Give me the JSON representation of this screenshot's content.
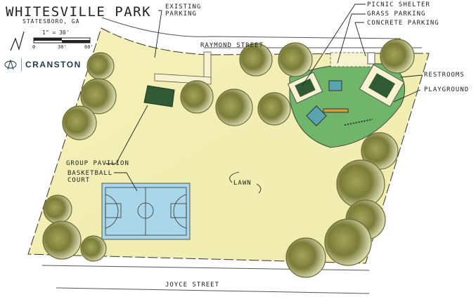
{
  "header": {
    "title": "WHITESVILLE PARK",
    "subtitle": "STATESBORO, GA",
    "scale_label": "1\" = 30'",
    "scale_ticks": [
      "0",
      "30'",
      "60'"
    ],
    "brand": "CRANSTON"
  },
  "streets": {
    "north": "RAYMOND STREET",
    "south": "JOYCE STREET"
  },
  "labels": {
    "existing_parking": "EXISTING PARKING",
    "picnic_shelter": "PICNIC SHELTER",
    "grass_parking": "GRASS PARKING",
    "concrete_parking": "CONCRETE PARKING",
    "restrooms": "RESTROOMS",
    "playground": "PLAYGROUND",
    "group_pavilion": "GROUP PAVILION",
    "basketball_court": "BASKETBALL COURT",
    "lawn": "LAWN"
  },
  "colors": {
    "lawn": "#f3efb6",
    "playground": "#6fb56a",
    "court": "#a9d6e8",
    "tree": "#7e7f3a",
    "roof": "#2f5a33",
    "line": "#333333"
  }
}
